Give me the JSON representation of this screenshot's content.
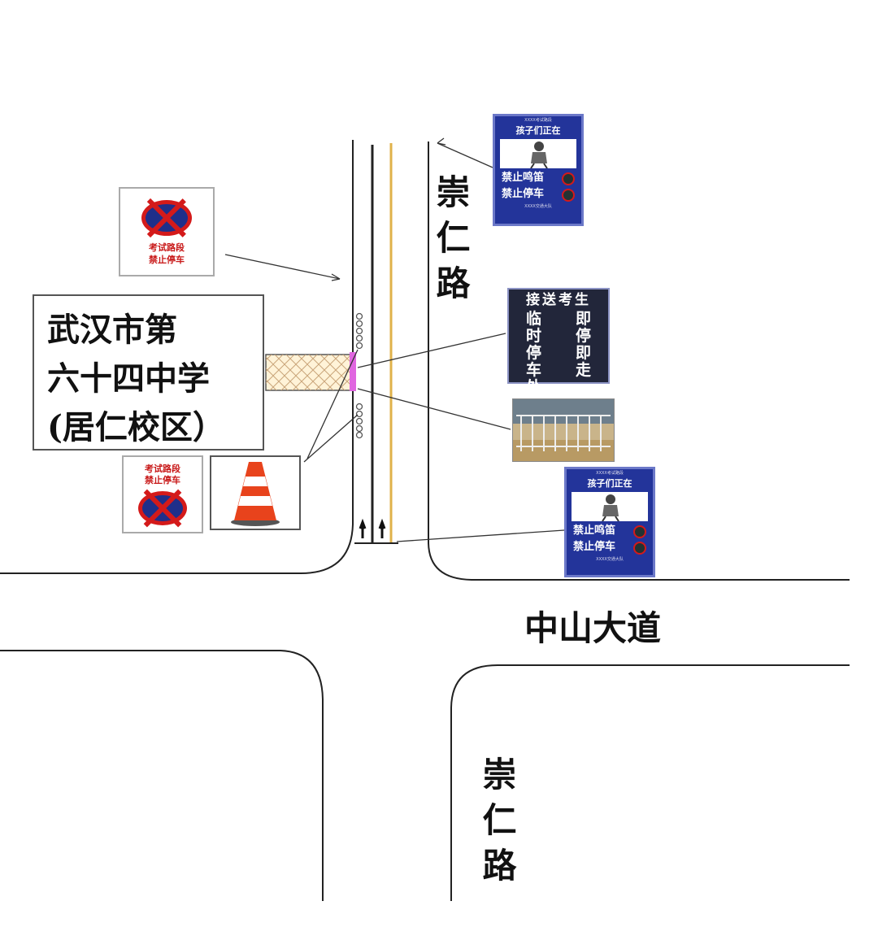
{
  "school": {
    "line1": "武汉市第",
    "line2": "六十四中学",
    "line3": "(居仁校区）"
  },
  "roads": {
    "north": "崇仁路",
    "main": "中山大道",
    "south": "崇仁路"
  },
  "signs": {
    "no_parking_top": {
      "text1": "考试路段",
      "text2": "禁止停车"
    },
    "no_parking_bottom": {
      "text1": "考试路段",
      "text2": "禁止停车"
    },
    "kids_sign_top": {
      "small": "XXXX考试路段",
      "header": "孩子们正在",
      "row1": "禁止鸣笛",
      "row2": "禁止停车",
      "footer": "XXXX交通大队"
    },
    "kids_sign_bottom": {
      "small": "XXXX考试路段",
      "header": "孩子们正在",
      "row1": "禁止鸣笛",
      "row2": "禁止停车",
      "footer": "XXXX交通大队"
    },
    "pickup": {
      "top": "接送考生",
      "col1": [
        "临",
        "时",
        "停",
        "车",
        "处"
      ],
      "col2": [
        "即",
        "停",
        "即",
        "走"
      ]
    }
  },
  "colors": {
    "sign_blue": "#23349a",
    "sign_red": "#d41a1a",
    "center_line": "#e0b24a",
    "gate_marker": "#e066e0",
    "cone_orange": "#e8431c"
  }
}
